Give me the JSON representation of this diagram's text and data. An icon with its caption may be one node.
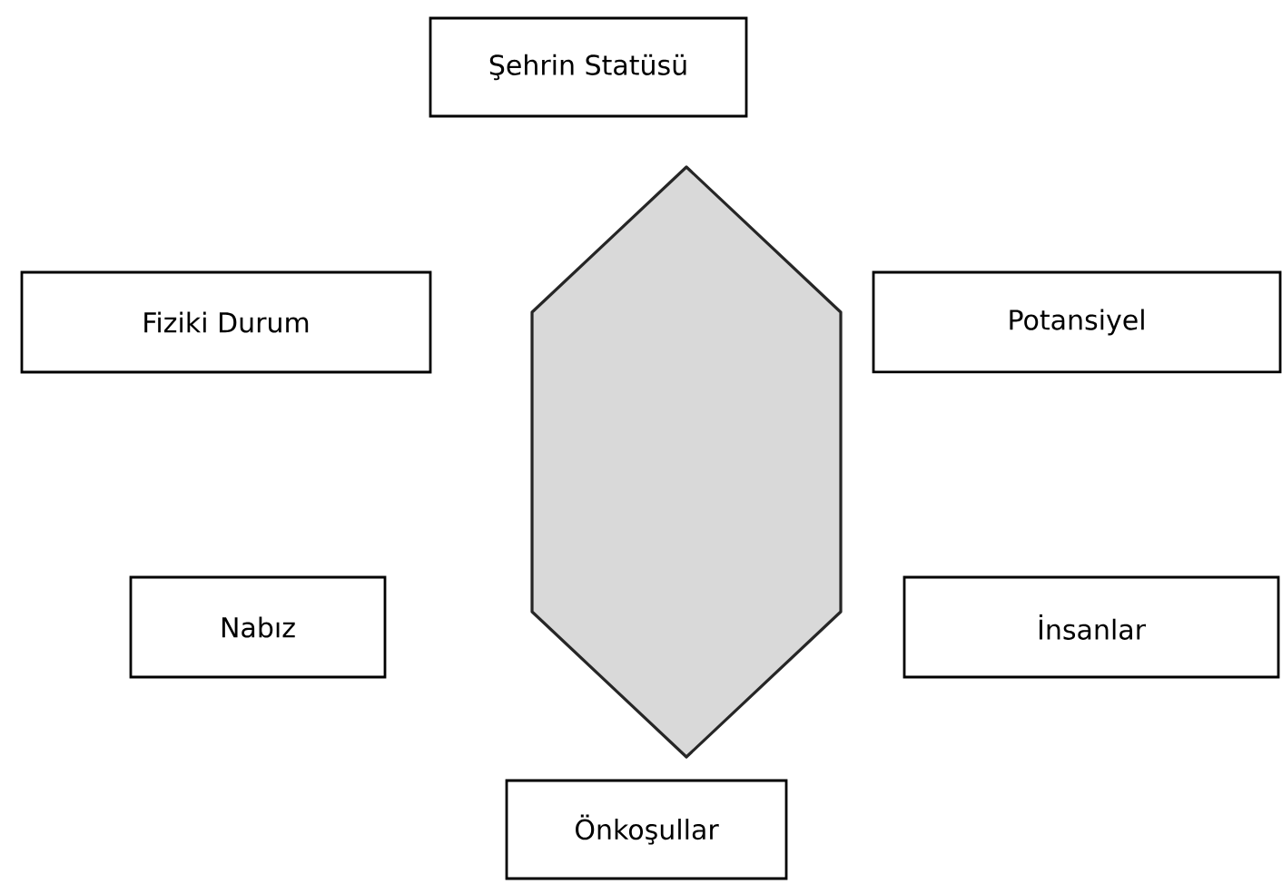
{
  "diagram": {
    "nodes": [
      {
        "text": [
          "Şehrin Statüsü"
        ]
      },
      {
        "text": [],
        "shape": "hexagon"
      },
      {
        "text": [
          "Fiziki Durum"
        ]
      },
      {
        "text": [
          "Potansiyel"
        ]
      },
      {
        "text": [
          "Nabız"
        ]
      },
      {
        "text": [
          "İnsanlar"
        ]
      },
      {
        "text": [
          "Önkoşullar"
        ]
      }
    ]
  }
}
